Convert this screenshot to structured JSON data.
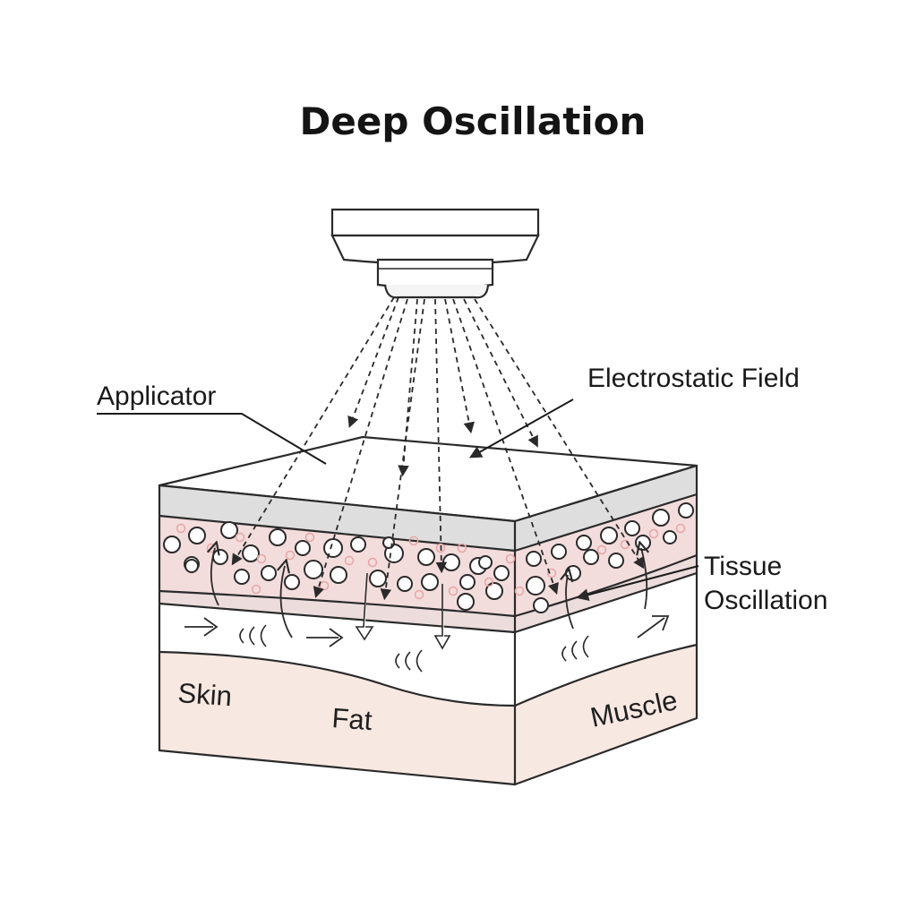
{
  "title": "Deep Oscillation",
  "labels": {
    "applicator": "Applicator",
    "electrostatic_field": "Electrostatic Field",
    "tissue_oscillation_line1": "Tissue",
    "tissue_oscillation_line2": "Oscillation",
    "skin": "Skin",
    "fat": "Fat",
    "muscle": "Muscle"
  },
  "colors": {
    "outline": "#2a2a2a",
    "surface_gray": "#dedede",
    "skin_pink": "#f3dcdc",
    "fat_white": "#ffffff",
    "muscle_peach": "#f8e8e2",
    "cell_pink": "#e8a5a5"
  }
}
